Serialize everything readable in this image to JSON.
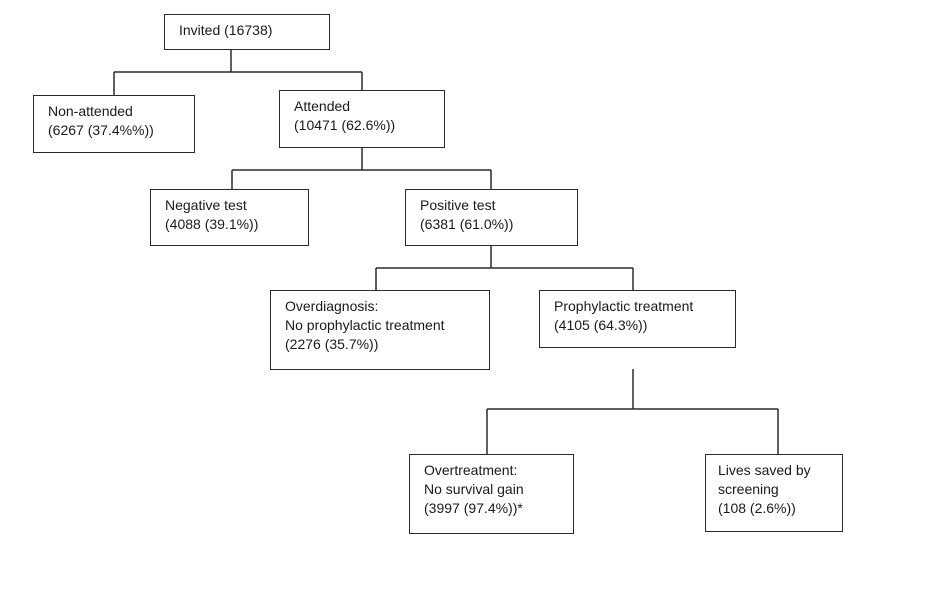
{
  "flowchart": {
    "invited": {
      "lines": [
        "Invited (16738)"
      ]
    },
    "non_attended": {
      "lines": [
        "Non-attended",
        "(6267 (37.4%%))"
      ]
    },
    "attended": {
      "lines": [
        "Attended",
        "(10471 (62.6%))"
      ]
    },
    "negative_test": {
      "lines": [
        "Negative test",
        "(4088 (39.1%))"
      ]
    },
    "positive_test": {
      "lines": [
        "Positive test",
        "(6381 (61.0%))"
      ]
    },
    "overdiagnosis": {
      "lines": [
        "Overdiagnosis:",
        "No prophylactic treatment",
        "(2276 (35.7%))"
      ]
    },
    "prophylactic_treatment": {
      "lines": [
        "Prophylactic treatment",
        "(4105 (64.3%))"
      ]
    },
    "overtreatment": {
      "lines": [
        "Overtreatment:",
        "No survival gain",
        "(3997 (97.4%))*"
      ]
    },
    "lives_saved": {
      "lines": [
        "Lives saved by",
        "screening",
        "(108 (2.6%))"
      ]
    }
  }
}
